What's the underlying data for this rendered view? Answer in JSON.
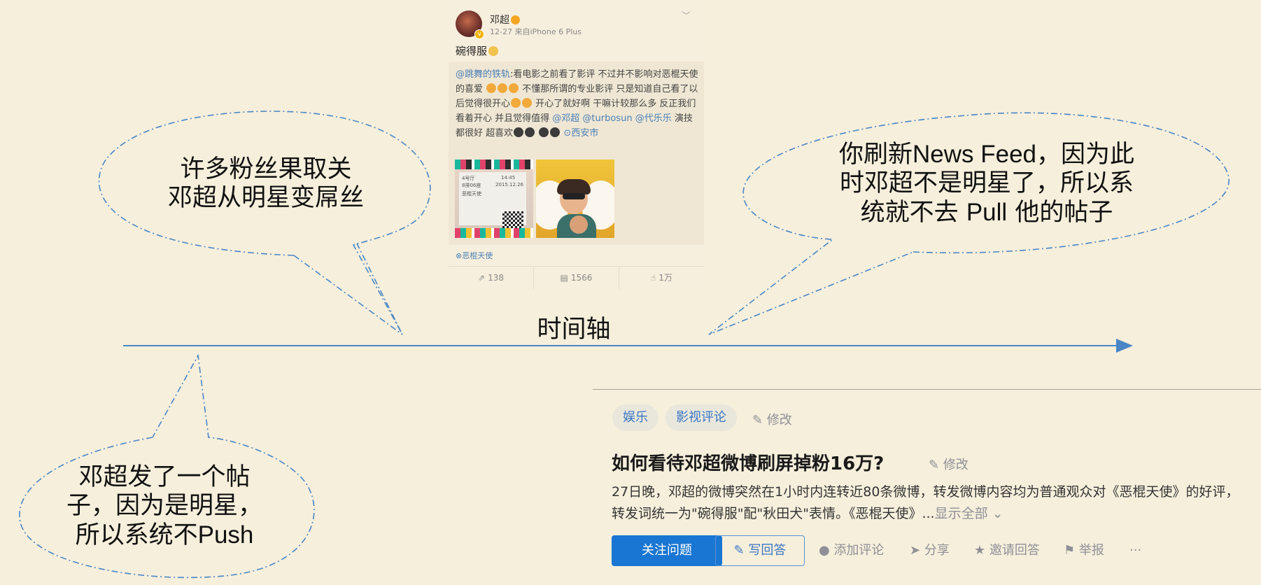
{
  "timeline": {
    "label": "时间轴"
  },
  "bubbles": {
    "left_top": {
      "line1": "许多粉丝果取关",
      "line2": "邓超从明星变屌丝"
    },
    "right_top": {
      "line1_a": "你刷新",
      "line1_b": "News Feed",
      "line1_c": "，因为此",
      "line2": "时邓超不是明星了，所以系",
      "line3_a": "统就不去 ",
      "line3_b": "Pull",
      "line3_c": " 他的帖子"
    },
    "bottom_left": {
      "line1": "邓超发了一个帖",
      "line2": "子，因为是明星，",
      "line3_a": "所以系统不",
      "line3_b": "Push"
    }
  },
  "weibo": {
    "user_name": "邓超",
    "meta": "12-27  来自iPhone 6 Plus",
    "post_text": "碗得服",
    "repost": {
      "mention": "@跳舞的铁轨",
      "text1": ":看电影之前看了影评   不过并不影响对恶棍天使的喜爱",
      "text2": " 不懂那所谓的专业影评  只是知道自己看了以后觉得很开心",
      "text3": "  开心了就好啊   干嘛计较那么多   反正我们看着开心   并且觉得值得  ",
      "mention2": "@邓超",
      "mention3": "@turbosun",
      "mention4": "@代乐乐",
      "text4": " 演技都很好    超喜欢",
      "location": "西安市"
    },
    "topic": "恶棍天使",
    "actions": {
      "repost": "138",
      "comment": "1566",
      "like": "1万"
    },
    "ticket": {
      "hall": "4号厅",
      "row": "8排06座",
      "time": "14:45",
      "date": "2015.12.26",
      "tag": "恶棍天使"
    }
  },
  "zhihu": {
    "tags": [
      "娱乐",
      "影视评论"
    ],
    "edit_label": "修改",
    "title": "如何看待邓超微博刷屏掉粉16万?",
    "title_edit": "修改",
    "description": "27日晚，邓超的微博突然在1小时内连转近80条微博，转发微博内容均为普通观众对《恶棍天使》的好评，转发词统一为\"碗得服\"配\"秋田犬\"表情。《恶棍天使》...",
    "show_all": "显示全部",
    "follow_button": "关注问题",
    "answer_button": "写回答",
    "actions": [
      "添加评论",
      "分享",
      "邀请回答",
      "举报"
    ],
    "more": "···"
  },
  "colors": {
    "background": "#f6efdc",
    "accent_blue": "#1976d2",
    "timeline": "#4a86c5",
    "bubble_stroke": "#4a86c5"
  }
}
